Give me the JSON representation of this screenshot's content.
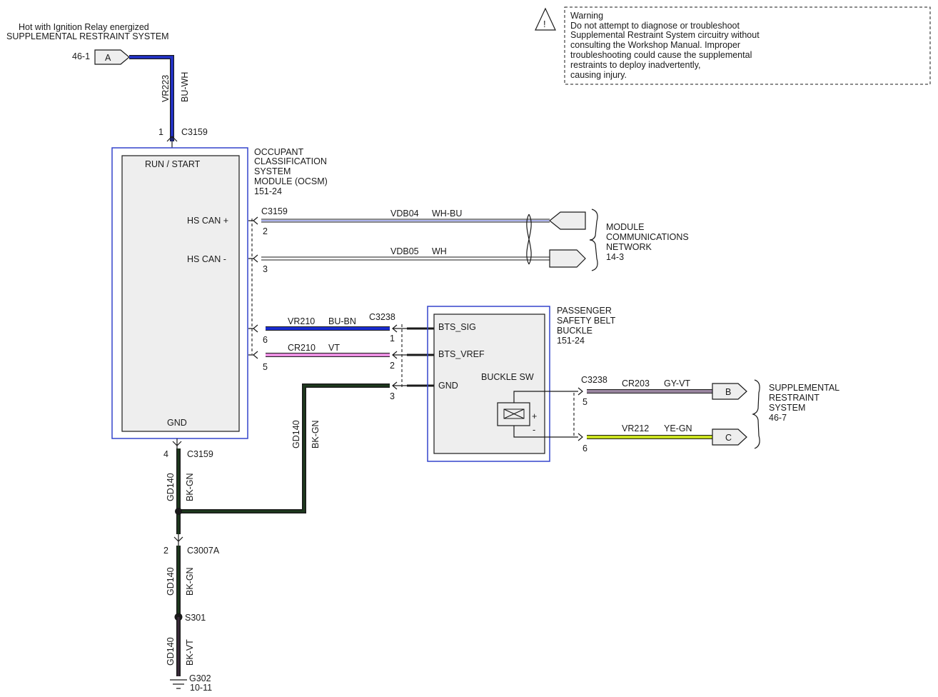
{
  "colors": {
    "BU-WH": "#2233cc",
    "BU-BN": "#1a2dd0",
    "VT": "#e98fe0",
    "GY-VT": "#9a86a0",
    "YE-GN": "#c9e020",
    "BK-GN": "#1d3a1d",
    "BK-VT": "#3a2a3a",
    "WH": "#ffffff",
    "WH-BU": "#ffffff",
    "module_border": "#3344cc"
  },
  "header": {
    "line1": "Hot with Ignition Relay energized",
    "line2": "SUPPLEMENTAL RESTRAINT SYSTEM",
    "ref": "46-1",
    "flag": "A"
  },
  "warning": {
    "icon": "warning-triangle-icon",
    "icon_glyph": "!",
    "title": "Warning",
    "lines": [
      "Do not attempt to diagnose or troubleshoot",
      "Supplemental Restraint System circuitry without",
      "consulting the Workshop Manual. Improper",
      "troubleshooting could cause the supplemental",
      "restraints to deploy inadvertently,",
      "causing injury."
    ]
  },
  "wires": {
    "vr223": {
      "circuit": "VR223",
      "color": "BU-WH"
    },
    "vdb04": {
      "circuit": "VDB04",
      "color": "WH-BU"
    },
    "vdb05": {
      "circuit": "VDB05",
      "color": "WH"
    },
    "vr210": {
      "circuit": "VR210",
      "color": "BU-BN"
    },
    "cr210": {
      "circuit": "CR210",
      "color": "VT"
    },
    "gd140_top": {
      "circuit": "GD140",
      "color": "BK-GN"
    },
    "gd140_left": {
      "circuit": "GD140",
      "color": "BK-GN"
    },
    "gd140_mid": {
      "circuit": "GD140",
      "color": "BK-GN"
    },
    "gd140_bot": {
      "circuit": "GD140",
      "color": "BK-VT"
    },
    "cr203": {
      "circuit": "CR203",
      "color": "GY-VT"
    },
    "vr212": {
      "circuit": "VR212",
      "color": "YE-GN"
    }
  },
  "ocsm": {
    "name_lines": [
      "OCCUPANT",
      "CLASSIFICATION",
      "SYSTEM",
      "MODULE (OCSM)"
    ],
    "ref": "151-24",
    "pins": {
      "run_start": "RUN / START",
      "hs_can_plus": "HS CAN +",
      "hs_can_minus": "HS CAN -",
      "gnd": "GND"
    }
  },
  "connectors": {
    "c3159_top": {
      "name": "C3159",
      "pin": "1"
    },
    "c3159_can": {
      "name": "C3159",
      "pin_plus": "2",
      "pin_minus": "3",
      "pin_sig": "6",
      "pin_vref": "5"
    },
    "c3159_gnd": {
      "name": "C3159",
      "pin": "4"
    },
    "c3238_left": {
      "name": "C3238",
      "pin_sig": "1",
      "pin_vref": "2",
      "pin_gnd": "3"
    },
    "c3238_right": {
      "name": "C3238",
      "pin_b": "5",
      "pin_c": "6"
    },
    "c3007a": {
      "name": "C3007A",
      "pin": "2"
    }
  },
  "buckle": {
    "name_lines": [
      "PASSENGER",
      "SAFETY BELT",
      "BUCKLE"
    ],
    "ref": "151-24",
    "pins": {
      "sig": "BTS_SIG",
      "vref": "BTS_VREF",
      "gnd": "GND",
      "sw": "BUCKLE SW",
      "plus": "+",
      "minus": "-"
    }
  },
  "network": {
    "name_lines": [
      "MODULE",
      "COMMUNICATIONS",
      "NETWORK"
    ],
    "ref": "14-3"
  },
  "srs": {
    "name_lines": [
      "SUPPLEMENTAL",
      "RESTRAINT",
      "SYSTEM"
    ],
    "ref": "46-7",
    "flag_b": "B",
    "flag_c": "C"
  },
  "splice": {
    "name": "S301"
  },
  "ground": {
    "name": "G302",
    "ref": "10-11"
  }
}
